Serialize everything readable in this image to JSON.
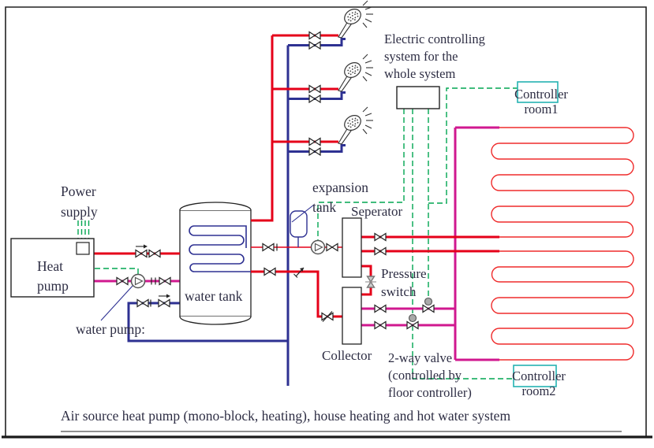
{
  "labels": {
    "power_supply": "Power\nsupply",
    "heat_pump": "Heat\npump",
    "water_pump": "water pump:",
    "water_tank": "water tank",
    "expansion_tank": "expansion\ntank",
    "separator": "Seperator",
    "pressure_switch": "Pressure\nswitch",
    "collector": "Collector",
    "two_way_valve": "2-way valve\n(controlled by\nfloor controller)",
    "control_system": "Electric controlling\nsystem for the\nwhole system",
    "controller_room1": "Controller\nroom1",
    "controller_room2": "Controller\nroom2",
    "caption": "Air source heat pump (mono-block, heating), house heating and hot water system"
  },
  "colors": {
    "hot_red": "#e50019",
    "coil_red": "#ef2b2b",
    "cold_blue": "#2e3192",
    "return_magenta": "#d0188f",
    "signal_green": "#00a651",
    "controller_teal": "#25b2b2",
    "line_black": "#222222",
    "text": "#2e2e44"
  }
}
